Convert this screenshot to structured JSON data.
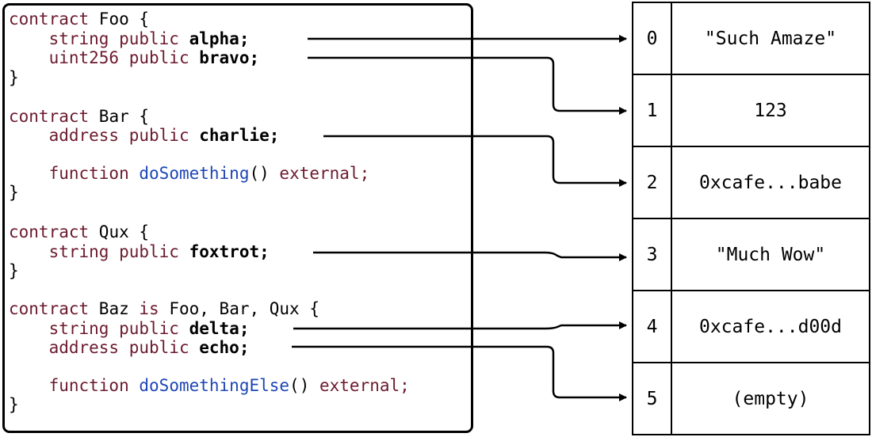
{
  "code": {
    "foo": {
      "decl": [
        "contract",
        " Foo {"
      ],
      "alpha": [
        "string public",
        "alpha;"
      ],
      "bravo": [
        "uint256 public",
        "bravo;"
      ],
      "close": "}"
    },
    "bar": {
      "decl": [
        "contract",
        " Bar {"
      ],
      "charlie": [
        "address public",
        "charlie;"
      ],
      "func": [
        "function",
        "doSomething",
        "()",
        "external;"
      ],
      "close": "}"
    },
    "qux": {
      "decl": [
        "contract",
        " Qux {"
      ],
      "foxtrot": [
        "string public",
        "foxtrot;"
      ],
      "close": "}"
    },
    "baz": {
      "decl": [
        "contract",
        " Baz",
        "is",
        " Foo, Bar, Qux {"
      ],
      "delta": [
        "string public",
        "delta;"
      ],
      "echo": [
        "address public",
        "echo;"
      ],
      "func": [
        "function",
        "doSomethingElse",
        "()",
        "external;"
      ],
      "close": "}"
    }
  },
  "storage_slots": [
    {
      "index": "0",
      "value": "\"Such Amaze\""
    },
    {
      "index": "1",
      "value": "123"
    },
    {
      "index": "2",
      "value": "0xcafe...babe"
    },
    {
      "index": "3",
      "value": "\"Much Wow\""
    },
    {
      "index": "4",
      "value": "0xcafe...d00d"
    },
    {
      "index": "5",
      "value": "(empty)"
    }
  ],
  "colors": {
    "keyword": "#6b1a2e",
    "function_name": "#1d45b5",
    "text": "#000000",
    "border": "#000000"
  }
}
